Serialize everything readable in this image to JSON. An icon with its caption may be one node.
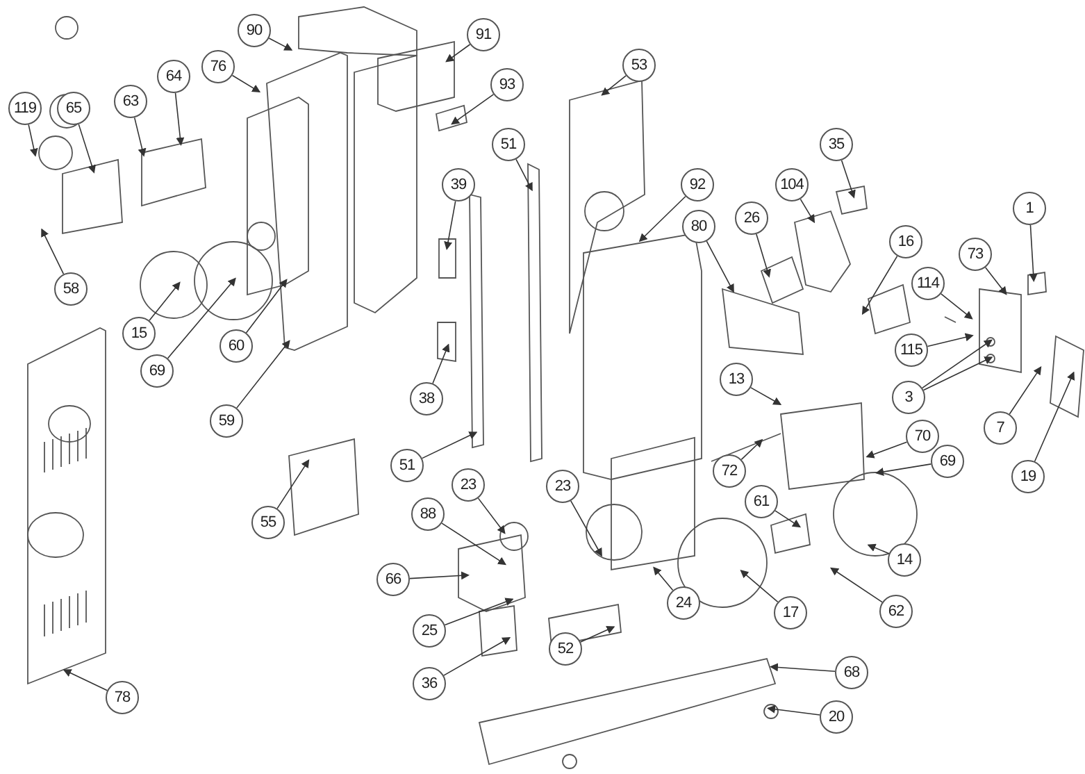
{
  "diagram": {
    "nodes": [
      {
        "text": [
          "90"
        ]
      },
      {
        "text": [
          "91"
        ]
      },
      {
        "text": [
          "53"
        ]
      },
      {
        "text": [
          "76"
        ]
      },
      {
        "text": [
          "64"
        ]
      },
      {
        "text": [
          "93"
        ]
      },
      {
        "text": [
          "63"
        ]
      },
      {
        "text": [
          "119"
        ]
      },
      {
        "text": [
          "65"
        ]
      },
      {
        "text": [
          "35"
        ]
      },
      {
        "text": [
          "51"
        ]
      },
      {
        "text": [
          "39"
        ]
      },
      {
        "text": [
          "92"
        ]
      },
      {
        "text": [
          "104"
        ]
      },
      {
        "text": [
          "1"
        ]
      },
      {
        "text": [
          "26"
        ]
      },
      {
        "text": [
          "80"
        ]
      },
      {
        "text": [
          "16"
        ]
      },
      {
        "text": [
          "73"
        ]
      },
      {
        "text": [
          "114"
        ]
      },
      {
        "text": [
          "58"
        ]
      },
      {
        "text": [
          "15"
        ]
      },
      {
        "text": [
          "60"
        ]
      },
      {
        "text": [
          "115"
        ]
      },
      {
        "text": [
          "69"
        ]
      },
      {
        "text": [
          "13"
        ]
      },
      {
        "text": [
          "3"
        ]
      },
      {
        "text": [
          "38"
        ]
      },
      {
        "text": [
          "59"
        ]
      },
      {
        "text": [
          "7"
        ]
      },
      {
        "text": [
          "70"
        ]
      },
      {
        "text": [
          "69"
        ]
      },
      {
        "text": [
          "51"
        ]
      },
      {
        "text": [
          "72"
        ]
      },
      {
        "text": [
          "19"
        ]
      },
      {
        "text": [
          "23"
        ]
      },
      {
        "text": [
          "23"
        ]
      },
      {
        "text": [
          "61"
        ]
      },
      {
        "text": [
          "88"
        ]
      },
      {
        "text": [
          "55"
        ]
      },
      {
        "text": [
          "14"
        ]
      },
      {
        "text": [
          "66"
        ]
      },
      {
        "text": [
          "24"
        ]
      },
      {
        "text": [
          "17"
        ]
      },
      {
        "text": [
          "62"
        ]
      },
      {
        "text": [
          "25"
        ]
      },
      {
        "text": [
          "52"
        ]
      },
      {
        "text": [
          "68"
        ]
      },
      {
        "text": [
          "36"
        ]
      },
      {
        "text": [
          "78"
        ]
      },
      {
        "text": [
          "20"
        ]
      }
    ],
    "edges": [
      {
        "from": 0,
        "to": null,
        "arrow": "to"
      },
      {
        "from": 1,
        "to": null,
        "arrow": "to"
      },
      {
        "from": 2,
        "to": null,
        "arrow": "to"
      },
      {
        "from": 3,
        "to": null,
        "arrow": "to"
      },
      {
        "from": 4,
        "to": null,
        "arrow": "to"
      },
      {
        "from": 5,
        "to": null,
        "arrow": "to"
      },
      {
        "from": 6,
        "to": null,
        "arrow": "to"
      },
      {
        "from": 7,
        "to": null,
        "arrow": "to"
      },
      {
        "from": 8,
        "to": null,
        "arrow": "to"
      },
      {
        "from": 9,
        "to": null,
        "arrow": "to"
      },
      {
        "from": 10,
        "to": null,
        "arrow": "to"
      },
      {
        "from": 11,
        "to": null,
        "arrow": "to"
      },
      {
        "from": 12,
        "to": null,
        "arrow": "to"
      },
      {
        "from": 13,
        "to": null,
        "arrow": "to"
      },
      {
        "from": 14,
        "to": null,
        "arrow": "to"
      },
      {
        "from": 15,
        "to": null,
        "arrow": "to"
      },
      {
        "from": 16,
        "to": null,
        "arrow": "to"
      },
      {
        "from": 17,
        "to": null,
        "arrow": "to"
      },
      {
        "from": 18,
        "to": null,
        "arrow": "to"
      },
      {
        "from": 19,
        "to": null,
        "arrow": "to"
      },
      {
        "from": 20,
        "to": null,
        "arrow": "to"
      },
      {
        "from": 21,
        "to": null,
        "arrow": "to"
      },
      {
        "from": 22,
        "to": null,
        "arrow": "to"
      },
      {
        "from": 23,
        "to": null,
        "arrow": "to"
      },
      {
        "from": 24,
        "to": null,
        "arrow": "to"
      },
      {
        "from": 25,
        "to": null,
        "arrow": "to"
      },
      {
        "from": 26,
        "to": null,
        "arrow": "to"
      },
      {
        "from": 27,
        "to": null,
        "arrow": "to"
      },
      {
        "from": 28,
        "to": null,
        "arrow": "to"
      },
      {
        "from": 29,
        "to": null,
        "arrow": "to"
      },
      {
        "from": 30,
        "to": null,
        "arrow": "to"
      },
      {
        "from": 31,
        "to": null,
        "arrow": "to"
      },
      {
        "from": 32,
        "to": null,
        "arrow": "to"
      },
      {
        "from": 33,
        "to": null,
        "arrow": "to"
      },
      {
        "from": 34,
        "to": null,
        "arrow": "to"
      },
      {
        "from": 35,
        "to": null,
        "arrow": "to"
      },
      {
        "from": 36,
        "to": null,
        "arrow": "to"
      },
      {
        "from": 37,
        "to": null,
        "arrow": "to"
      },
      {
        "from": 38,
        "to": null,
        "arrow": "to"
      },
      {
        "from": 39,
        "to": null,
        "arrow": "to"
      },
      {
        "from": 40,
        "to": null,
        "arrow": "to"
      },
      {
        "from": 41,
        "to": null,
        "arrow": "to"
      },
      {
        "from": 42,
        "to": null,
        "arrow": "to"
      },
      {
        "from": 43,
        "to": null,
        "arrow": "to"
      },
      {
        "from": 44,
        "to": null,
        "arrow": "to"
      },
      {
        "from": 45,
        "to": null,
        "arrow": "to"
      },
      {
        "from": 46,
        "to": null,
        "arrow": "to"
      },
      {
        "from": 47,
        "to": null,
        "arrow": "to"
      },
      {
        "from": 48,
        "to": null,
        "arrow": "to"
      },
      {
        "from": 49,
        "to": null,
        "arrow": "to"
      },
      {
        "from": 50,
        "to": null,
        "arrow": "to"
      },
      {
        "from": 26,
        "to": null,
        "arrow": "to"
      }
    ]
  }
}
